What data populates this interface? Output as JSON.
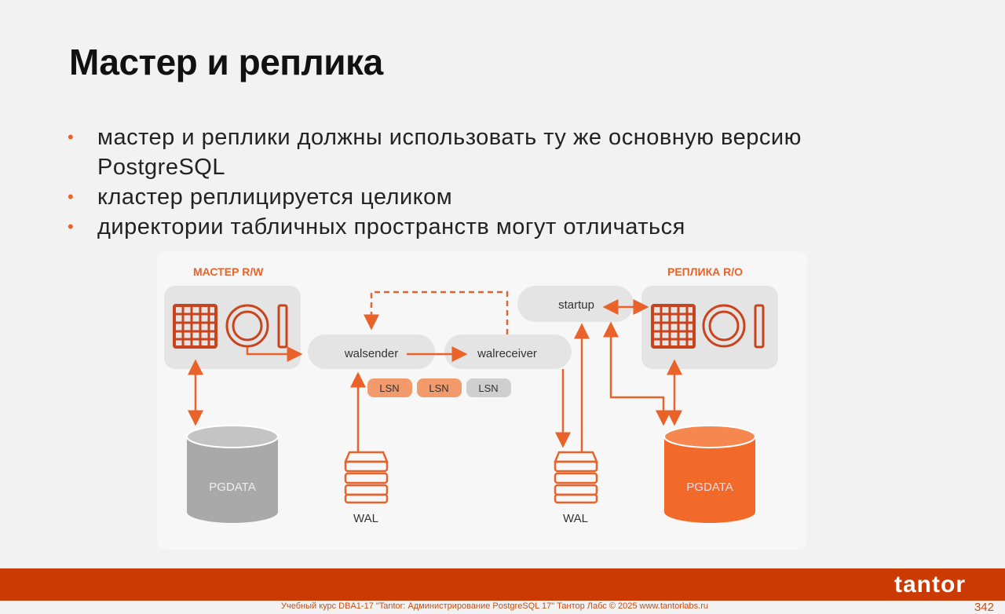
{
  "slide": {
    "title": "Мастер и реплика",
    "bullets": [
      "мастер и реплики должны использовать ту же основную версию PostgreSQL",
      "кластер реплицируется целиком",
      "директории табличных пространств могут отличаться"
    ]
  },
  "diagram": {
    "master_label": "МАСТЕР R/W",
    "replica_label": "РЕПЛИКА R/O",
    "walsender": "walsender",
    "walreceiver": "walreceiver",
    "startup": "startup",
    "lsn": [
      "LSN",
      "LSN",
      "LSN"
    ],
    "pgdata": "PGDATA",
    "wal": "WAL"
  },
  "footer": {
    "text": "Учебный курс DBA1-17 \"Tantor: Администрирование PostgreSQL 17\" Тантор Лабс © 2025  www.tantorlabs.ru",
    "page": "342",
    "logo": "tantor"
  },
  "colors": {
    "accent": "#e8622a",
    "band": "#cc3a03"
  }
}
